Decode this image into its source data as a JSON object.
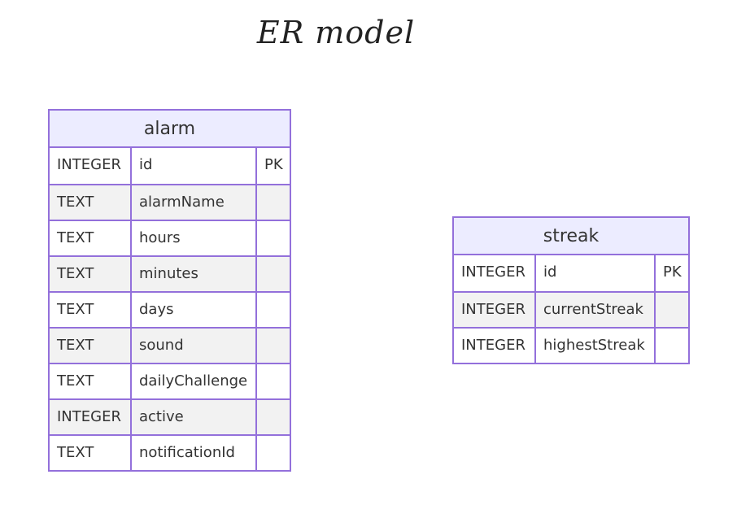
{
  "title": "ER model",
  "entities": {
    "alarm": {
      "name": "alarm",
      "attributes": [
        {
          "type": "INTEGER",
          "name": "id",
          "key": "PK"
        },
        {
          "type": "TEXT",
          "name": "alarmName",
          "key": ""
        },
        {
          "type": "TEXT",
          "name": "hours",
          "key": ""
        },
        {
          "type": "TEXT",
          "name": "minutes",
          "key": ""
        },
        {
          "type": "TEXT",
          "name": "days",
          "key": ""
        },
        {
          "type": "TEXT",
          "name": "sound",
          "key": ""
        },
        {
          "type": "TEXT",
          "name": "dailyChallenge",
          "key": ""
        },
        {
          "type": "INTEGER",
          "name": "active",
          "key": ""
        },
        {
          "type": "TEXT",
          "name": "notificationId",
          "key": ""
        }
      ]
    },
    "streak": {
      "name": "streak",
      "attributes": [
        {
          "type": "INTEGER",
          "name": "id",
          "key": "PK"
        },
        {
          "type": "INTEGER",
          "name": "currentStreak",
          "key": ""
        },
        {
          "type": "INTEGER",
          "name": "highestStreak",
          "key": ""
        }
      ]
    }
  },
  "colors": {
    "border": "#9370db",
    "header_fill": "#ececff",
    "row_alt_fill": "#f2f2f2"
  }
}
